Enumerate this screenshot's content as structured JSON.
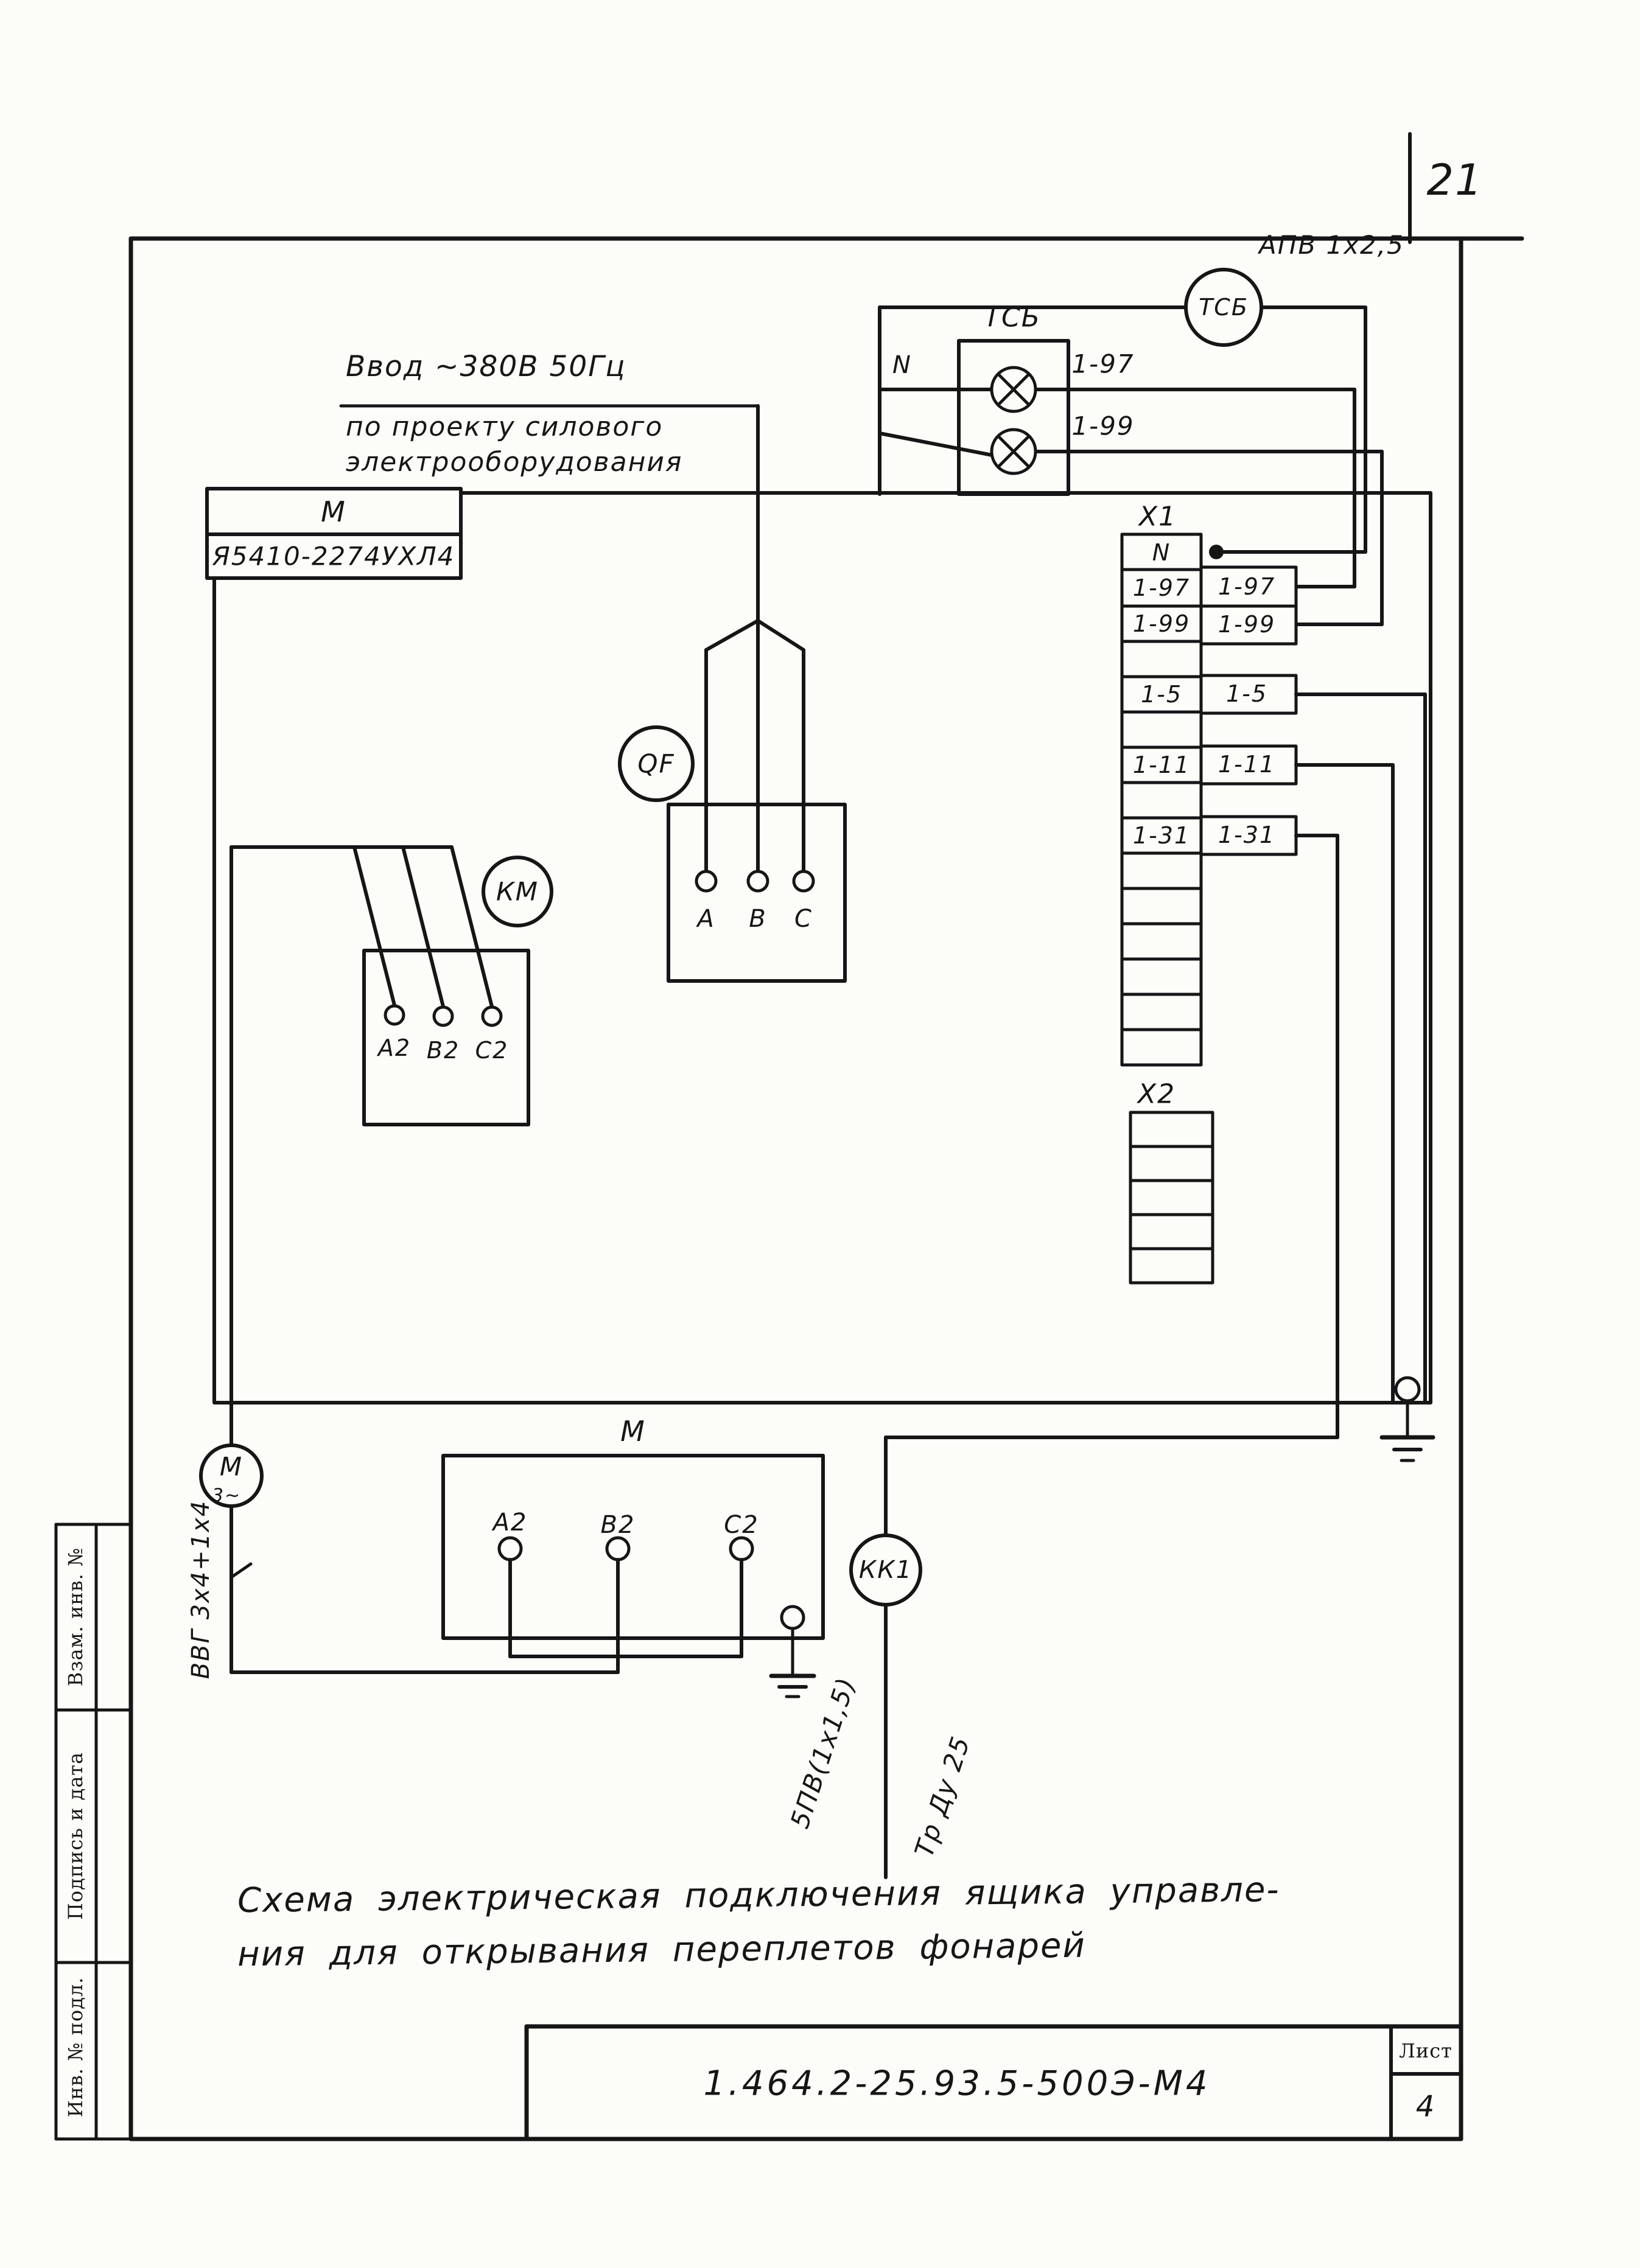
{
  "page": {
    "number": "21"
  },
  "header_note": {
    "line1": "Ввод ~380В 50Гц",
    "line2": "по проекту силового",
    "line3": "электрооборудования"
  },
  "cables": {
    "top": "АПВ 1х2,5",
    "motor": "ВВГ 3х4+1х4",
    "kk1_num": "5ПВ(1х1,5)",
    "kk1_den": "Тр Ду 25"
  },
  "devices": {
    "tsb_circle": "ТСБ",
    "tsb_box": "ТСБ",
    "qf": "QF",
    "km": "КМ",
    "kk1": "КК1",
    "motor_top": "М",
    "motor_bottom": "3~"
  },
  "cabinet": {
    "name": "М",
    "type": "Я5410-2274УХЛ4"
  },
  "lamp_circuit": {
    "n": "N",
    "wire1": "1-97",
    "wire2": "1-99"
  },
  "qf_terminals": {
    "a": "А",
    "b": "В",
    "c": "С"
  },
  "km_terminals": {
    "a": "А2",
    "b": "В2",
    "c": "С2"
  },
  "x1": {
    "label": "Х1",
    "rows": [
      {
        "label": "N"
      },
      {
        "label": "1-97",
        "tag": "1-97"
      },
      {
        "label": "1-99",
        "tag": "1-99"
      },
      {
        "label": "1-5",
        "tag": "1-5"
      },
      {
        "label": "1-11",
        "tag": "1-11"
      },
      {
        "label": "1-31",
        "tag": "1-31"
      }
    ]
  },
  "x2": {
    "label": "Х2"
  },
  "motor_box": {
    "label": "М",
    "t1": "А2",
    "t2": "В2",
    "t3": "С2"
  },
  "title": {
    "line1": "Схема  электрическая  подключения  ящика  управле-",
    "line2": "ния для  открывания  переплетов  фонарей"
  },
  "title_block": {
    "doc_number": "1.464.2-25.93.5-500Э-М4",
    "sheet_label": "Лист",
    "sheet_number": "4"
  },
  "stamps": {
    "s1": "Взам. инв. №",
    "s2": "Подпись и дата",
    "s3": "Инв. № подл."
  }
}
